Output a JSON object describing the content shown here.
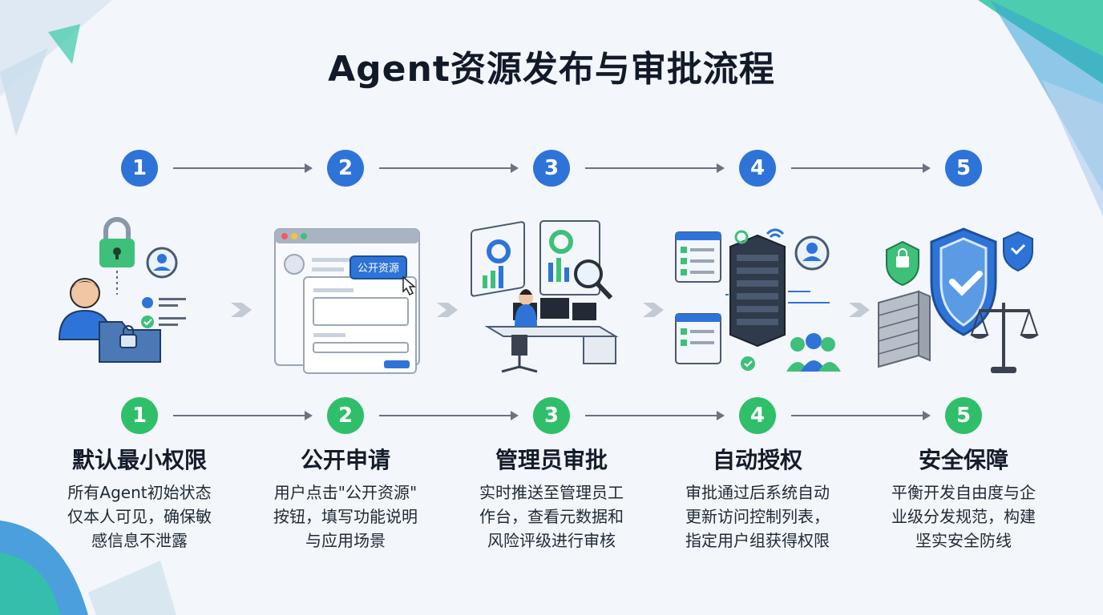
{
  "title": "Agent资源发布与审批流程",
  "ui_label": "公开资源",
  "colors": {
    "blue": "#2e74d8",
    "green": "#2fbf6a",
    "dark": "#121a2a"
  },
  "steps": [
    {
      "number": "1",
      "title": "默认最小权限",
      "desc": [
        "所有Agent初始状态",
        "仅本人可见，确保敏",
        "感信息不泄露"
      ],
      "icon": "user-lock-folder-icon"
    },
    {
      "number": "2",
      "title": "公开申请",
      "desc": [
        "用户点击\"公开资源\"",
        "按钮，填写功能说明",
        "与应用场景"
      ],
      "icon": "application-form-icon"
    },
    {
      "number": "3",
      "title": "管理员审批",
      "desc": [
        "实时推送至管理员工",
        "作台，查看元数据和",
        "风险评级进行审核"
      ],
      "icon": "admin-workstation-icon"
    },
    {
      "number": "4",
      "title": "自动授权",
      "desc": [
        "审批通过后系统自动",
        "更新访问控制列表，",
        "指定用户组获得权限"
      ],
      "icon": "server-authorization-icon"
    },
    {
      "number": "5",
      "title": "安全保障",
      "desc": [
        "平衡开发自由度与企",
        "业级分发规范，构建",
        "坚实安全防线"
      ],
      "icon": "security-shield-icon"
    }
  ]
}
